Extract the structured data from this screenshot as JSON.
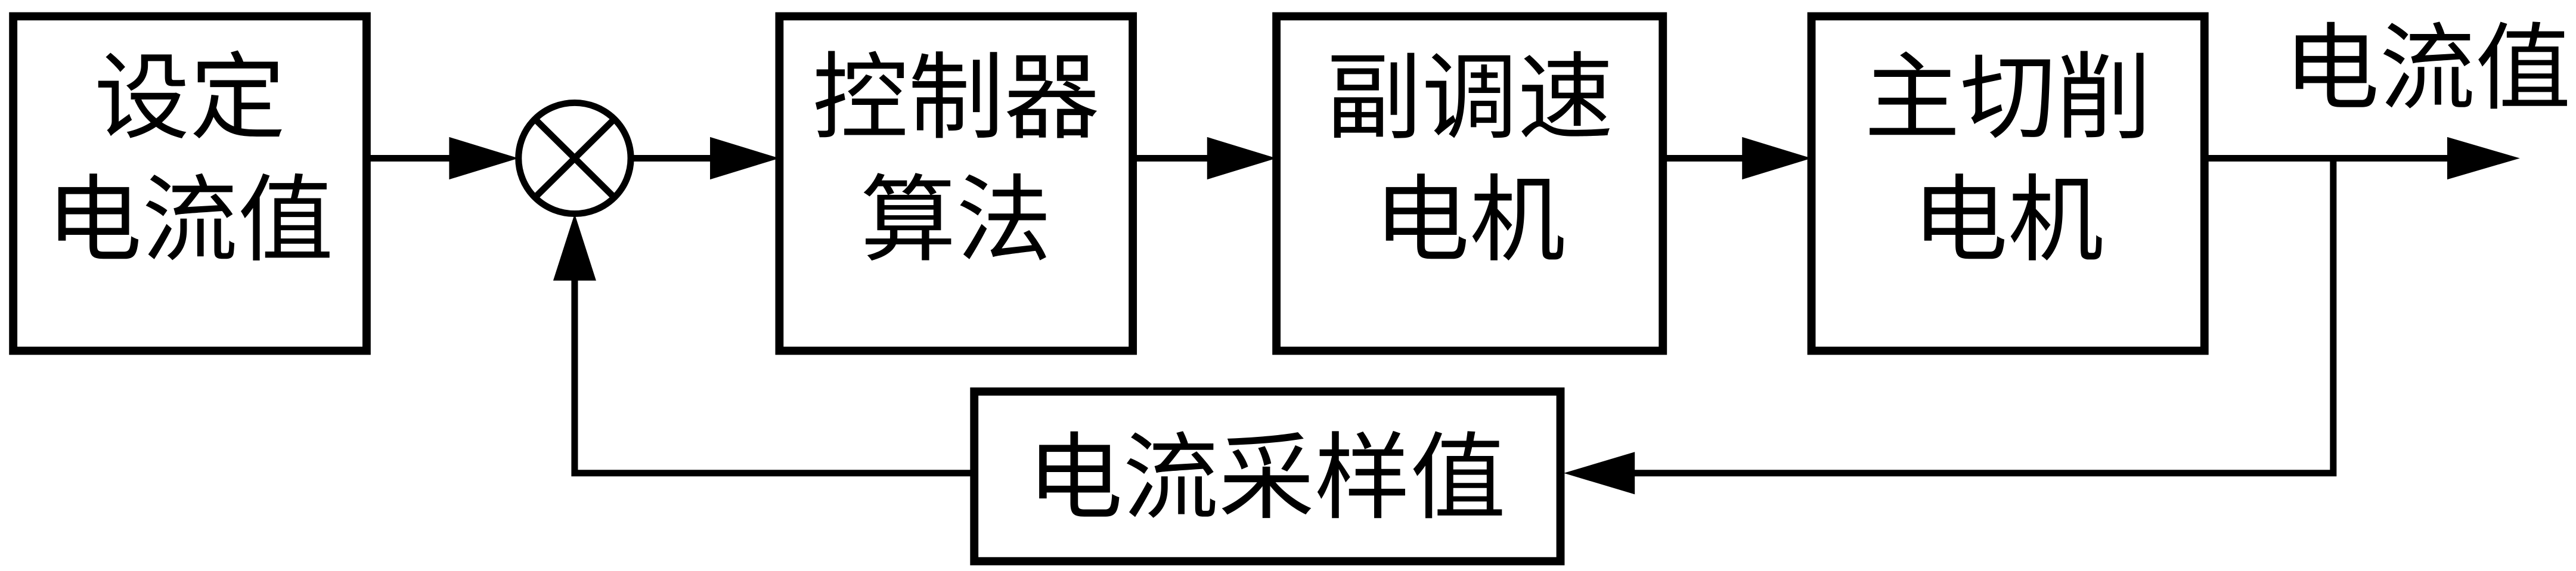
{
  "blocks": {
    "setpoint": {
      "line1": "设定",
      "line2": "电流值"
    },
    "controller": {
      "line1": "控制器",
      "line2": "算法"
    },
    "aux_motor": {
      "line1": "副调速",
      "line2": "电机"
    },
    "main_motor": {
      "line1": "主切削",
      "line2": "电机"
    },
    "feedback": {
      "line1": "电流采样值"
    }
  },
  "output_label": "电流值"
}
